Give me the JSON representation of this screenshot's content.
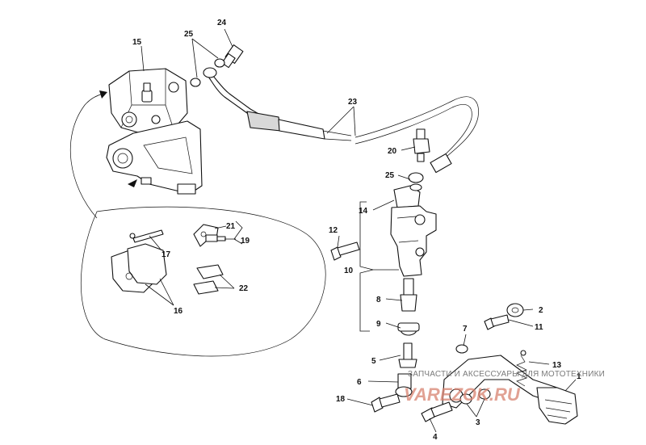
{
  "labels": {
    "l1": "1",
    "l2": "2",
    "l3": "3",
    "l4": "4",
    "l5": "5",
    "l6": "6",
    "l7": "7",
    "l8": "8",
    "l9": "9",
    "l10": "10",
    "l11": "11",
    "l12": "12",
    "l13": "13",
    "l14": "14",
    "l15": "15",
    "l16": "16",
    "l17": "17",
    "l18": "18",
    "l19": "19",
    "l20": "20",
    "l21": "21",
    "l22": "22",
    "l23": "23",
    "l24": "24",
    "l25a": "25",
    "l25b": "25"
  },
  "watermark": {
    "text": "ЗАПЧАСТИ И АКСЕССУАРЫ ДЛЯ МОТОТЕХНИКИ",
    "logo": "VAREZOK.RU"
  },
  "colors": {
    "line": "#111111",
    "watermark": "#d88270"
  }
}
